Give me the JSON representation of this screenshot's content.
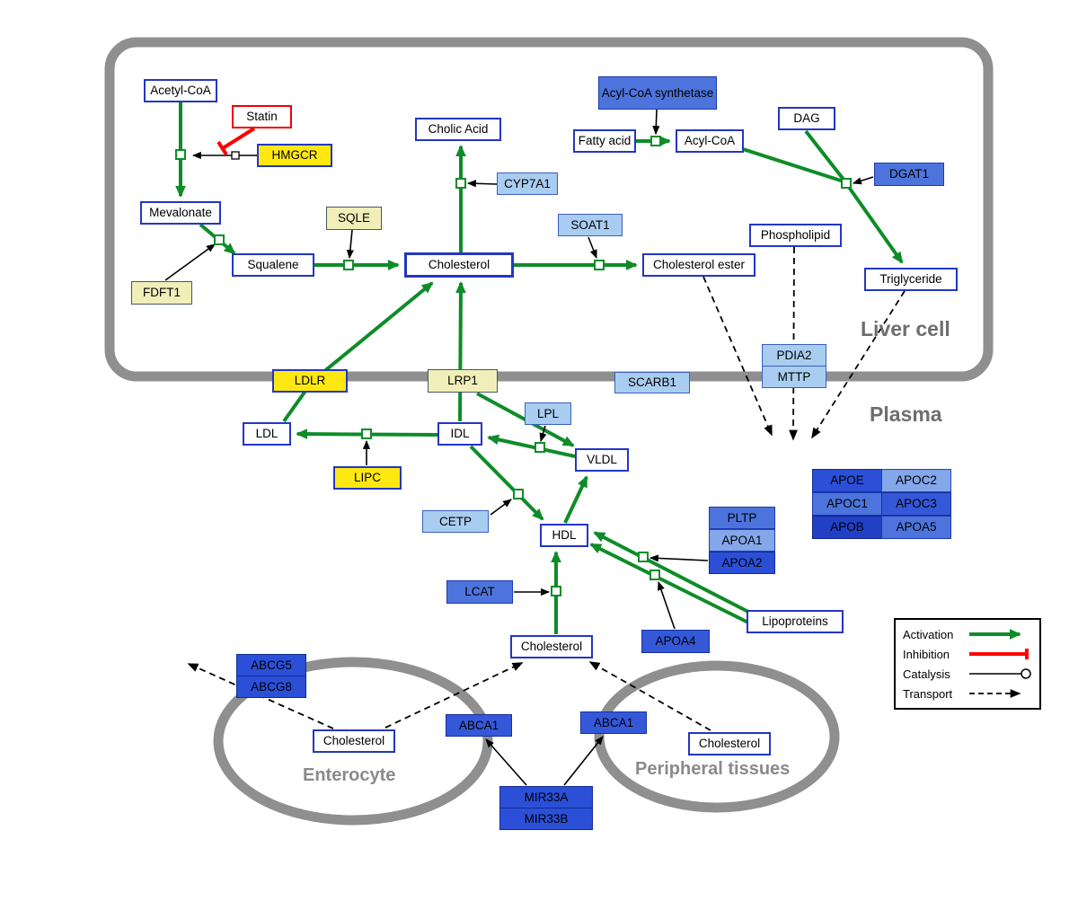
{
  "regions": {
    "liver_cell": "Liver cell",
    "plasma": "Plasma",
    "enterocyte": "Enterocyte",
    "peripheral_tissues": "Peripheral tissues"
  },
  "liver": {
    "acetyl_coa": "Acetyl-CoA",
    "statin": "Statin",
    "hmgcr": "HMGCR",
    "mevalonate": "Mevalonate",
    "sqle": "SQLE",
    "fdft1": "FDFT1",
    "squalene": "Squalene",
    "cholesterol": "Cholesterol",
    "cholic_acid": "Cholic Acid",
    "cyp7a1": "CYP7A1",
    "soat1": "SOAT1",
    "cholesterol_ester": "Cholesterol ester",
    "acyl_coa_synthetase": "Acyl-CoA synthetase",
    "fatty_acid": "Fatty acid",
    "acyl_coa": "Acyl-CoA",
    "dag": "DAG",
    "dgat1": "DGAT1",
    "phospholipid": "Phospholipid",
    "triglyceride": "Triglyceride"
  },
  "membrane": {
    "ldlr": "LDLR",
    "lrp1": "LRP1",
    "scarb1": "SCARB1",
    "pdia2": "PDIA2",
    "mttp": "MTTP"
  },
  "plasma": {
    "ldl": "LDL",
    "idl": "IDL",
    "lpl": "LPL",
    "vldl": "VLDL",
    "lipc": "LIPC",
    "cetp": "CETP",
    "hdl": "HDL",
    "pltp": "PLTP",
    "apoa1": "APOA1",
    "apoa2": "APOA2",
    "apoe": "APOE",
    "apoc2": "APOC2",
    "apoc1": "APOC1",
    "apoc3": "APOC3",
    "apob": "APOB",
    "apoa5": "APOA5",
    "lcat": "LCAT",
    "apoa4": "APOA4",
    "lipoproteins": "Lipoproteins",
    "cholesterol": "Cholesterol"
  },
  "bottom": {
    "abcg5": "ABCG5",
    "abcg8": "ABCG8",
    "cholesterol_enterocyte": "Cholesterol",
    "abca1_enterocyte": "ABCA1",
    "abca1_peripheral": "ABCA1",
    "cholesterol_peripheral": "Cholesterol",
    "mir33a": "MIR33A",
    "mir33b": "MIR33B"
  },
  "legend": {
    "activation": "Activation",
    "inhibition": "Inhibition",
    "catalysis": "Catalysis",
    "transport": "Transport"
  },
  "colors": {
    "activation_green": "#0e8c28",
    "inhibition_red": "#ff0000",
    "membrane_gray": "#8f8f8f",
    "metabolite_border_blue": "#2336c4",
    "gene_yellow": "#ffe812",
    "gene_pale_yellow": "#f1efb9",
    "gene_light_blue": "#a9cdf0",
    "gene_mid_blue": "#4d74dc",
    "gene_dark_blue": "#2b4fd7"
  }
}
